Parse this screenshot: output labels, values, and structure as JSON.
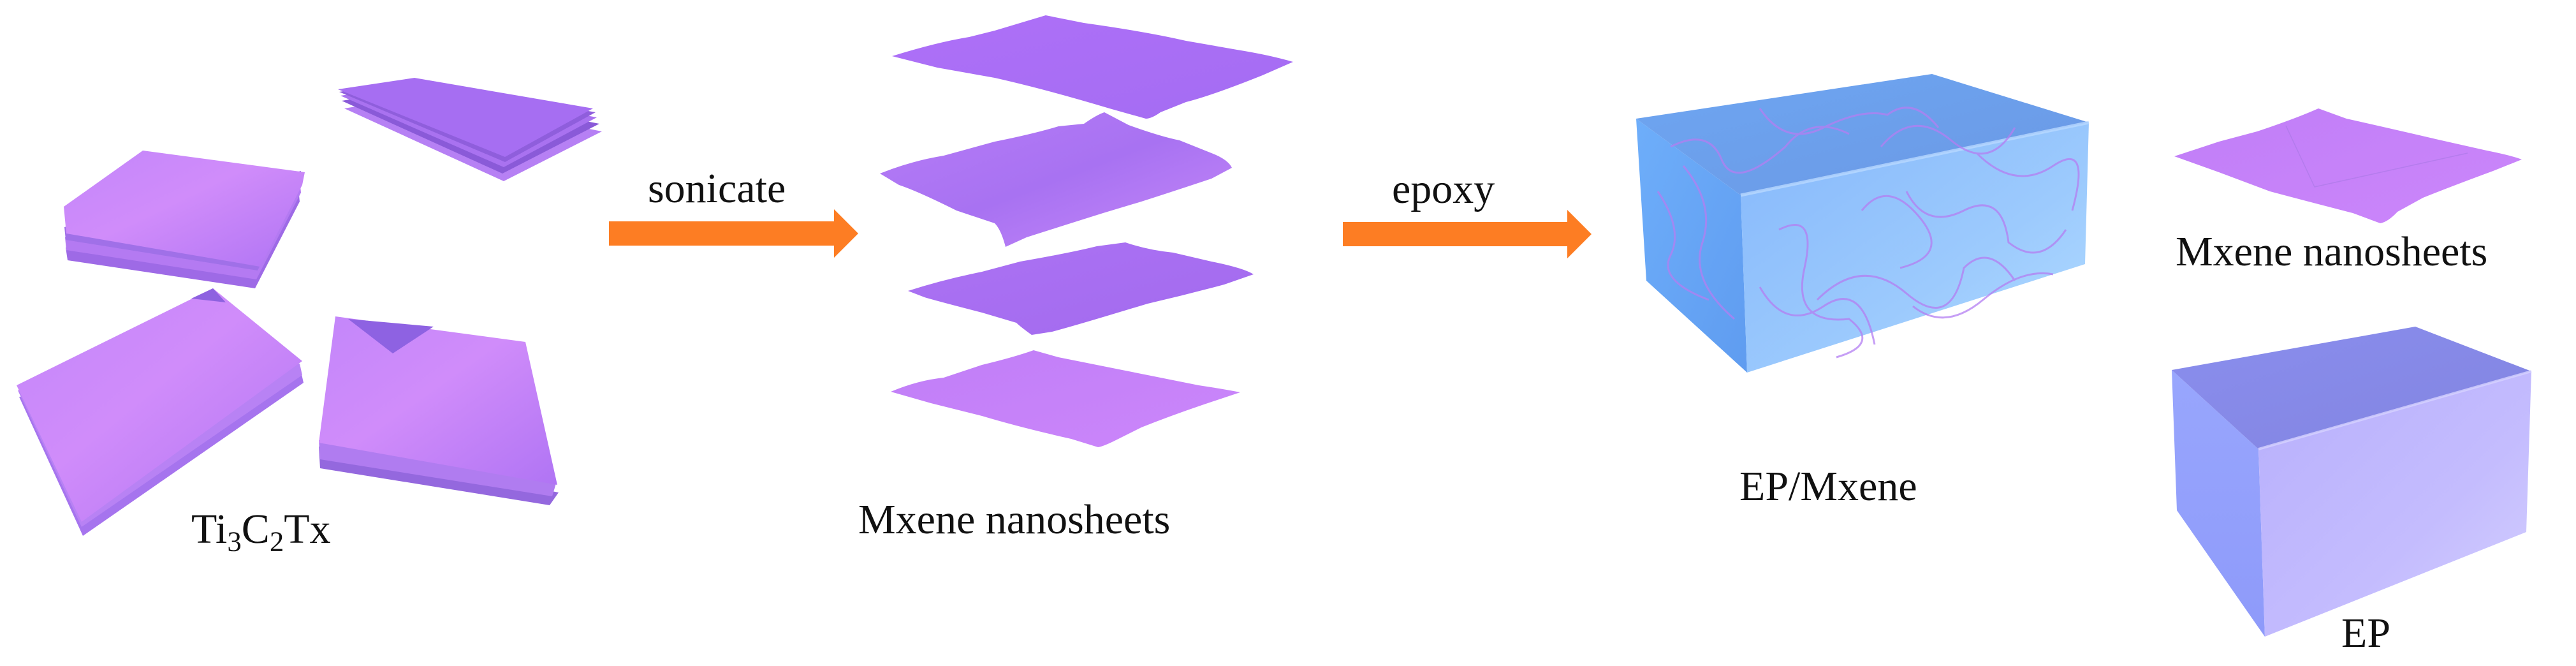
{
  "figure": {
    "type": "process-schematic",
    "background": "#ffffff"
  },
  "colors": {
    "arrow": "#fd7d23",
    "mxene_top": "#b67af6",
    "mxene_top_light": "#d08cfa",
    "mxene_edge": "#8a5cdc",
    "mxene_dark": "#9c68ee",
    "ep_mxene_front": "#8ec2fb",
    "ep_mxene_top": "#6c9ee8",
    "ep_mxene_side": "#6aa8f6",
    "ep_mxene_fiber": "#b47ef2",
    "ep_front": "#bdb6fc",
    "ep_top": "#8b8cec",
    "ep_side": "#9aa4fb",
    "text": "#111111"
  },
  "steps": [
    {
      "id": "ti3c2tx",
      "label_parts": [
        {
          "text": "Ti"
        },
        {
          "text": "3",
          "sub": true
        },
        {
          "text": "C"
        },
        {
          "text": "2",
          "sub": true
        },
        {
          "text": "Tx"
        }
      ],
      "label": "Ti3C2Tx",
      "depicts": "four stacks of layered MXene flakes"
    },
    {
      "id": "arrow-sonicate",
      "label": "sonicate",
      "depicts": "orange right arrow"
    },
    {
      "id": "mxene-nanosheets",
      "label": "Mxene nanosheets",
      "depicts": "four separated wavy nanosheets stacked vertically"
    },
    {
      "id": "arrow-epoxy",
      "label": "epoxy",
      "depicts": "orange right arrow"
    },
    {
      "id": "ep-mxene",
      "label": "EP/Mxene",
      "depicts": "blue epoxy block with embedded purple nanosheet fibers"
    }
  ],
  "legend": {
    "items": [
      {
        "id": "legend-mxene",
        "label": "Mxene nanosheets",
        "depicts": "single purple nanosheet"
      },
      {
        "id": "legend-ep",
        "label": "EP",
        "depicts": "plain lavender epoxy block"
      }
    ]
  }
}
